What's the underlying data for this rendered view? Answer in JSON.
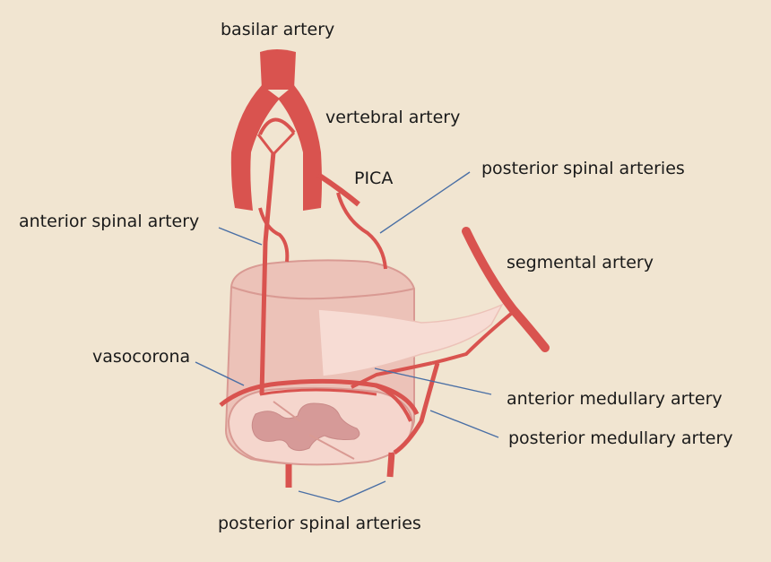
{
  "colors": {
    "background": "#f1e5d1",
    "artery": "#d9534f",
    "cord": "#ecc2b8",
    "cord_outline": "#d99a93",
    "grey_matter": "#d69a98",
    "leader_line": "#4a6fa5"
  },
  "labels": {
    "basilar_artery": "basilar artery",
    "vertebral_artery": "vertebral artery",
    "pica": "PICA",
    "posterior_spinal_arteries_top": "posterior spinal arteries",
    "anterior_spinal_artery": "anterior spinal artery",
    "segmental_artery": "segmental artery",
    "vasocorona": "vasocorona",
    "anterior_medullary_artery": "anterior medullary artery",
    "posterior_medullary_artery": "posterior medullary artery",
    "posterior_spinal_arteries_bottom": "posterior spinal arteries"
  }
}
